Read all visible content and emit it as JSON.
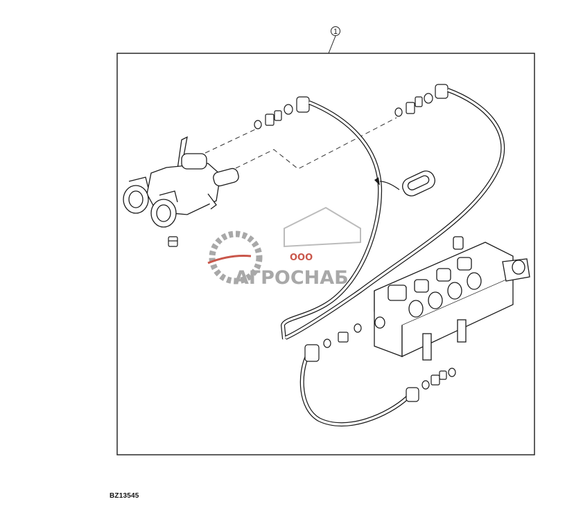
{
  "callout": {
    "number": "1"
  },
  "figure_code": "BZ13545",
  "watermark": {
    "company_prefix": "ООО",
    "company_name": "АГРОСНАБ"
  },
  "colors": {
    "line": "#1a1a1a",
    "watermark_red": "#c0392b",
    "watermark_grey": "#9a9a9a"
  }
}
